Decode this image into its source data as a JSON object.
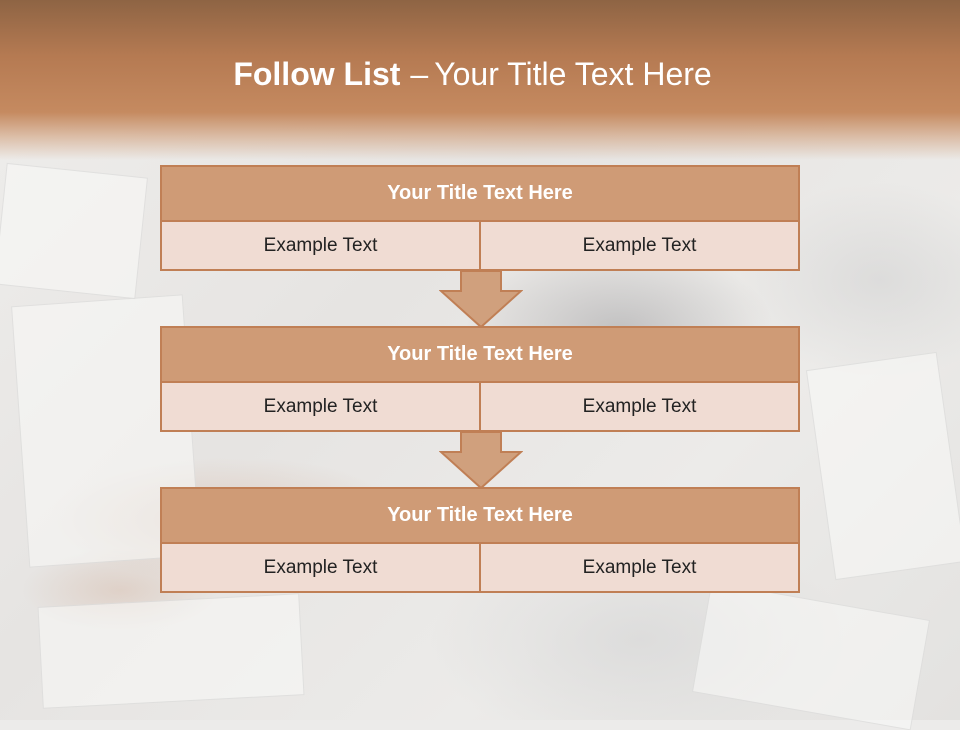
{
  "header": {
    "title_strong": "Follow List",
    "title_sep": "–",
    "title_rest": "Your Title Text Here"
  },
  "colors": {
    "header": "#b57a52",
    "block_title_fill": "#cf9b76",
    "block_border": "#c07f55",
    "block_row_fill": "#f0dcd3",
    "arrow_fill": "#d0a07d"
  },
  "blocks": [
    {
      "title": "Your Title Text Here",
      "left": "Example Text",
      "right": "Example Text"
    },
    {
      "title": "Your Title Text Here",
      "left": "Example Text",
      "right": "Example Text"
    },
    {
      "title": "Your Title Text Here",
      "left": "Example Text",
      "right": "Example Text"
    }
  ],
  "arrows": [
    {
      "icon": "down-arrow-icon"
    },
    {
      "icon": "down-arrow-icon"
    }
  ]
}
